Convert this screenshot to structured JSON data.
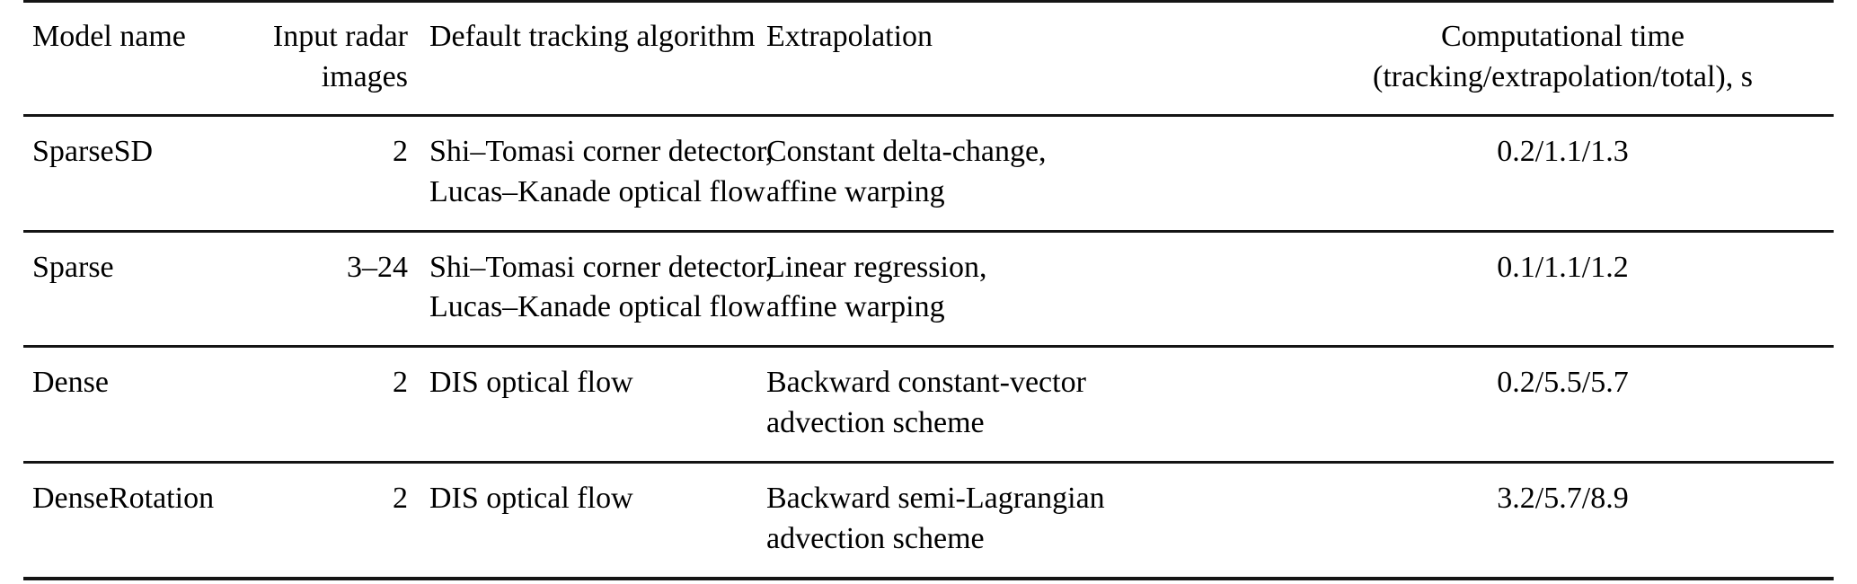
{
  "table": {
    "columns": [
      {
        "key": "model_name",
        "header_lines": [
          "Model name",
          ""
        ],
        "align": "left"
      },
      {
        "key": "input_radar_images",
        "header_lines": [
          "Input radar",
          "images"
        ],
        "align": "right"
      },
      {
        "key": "default_tracking_algorithm",
        "header_lines": [
          "Default tracking algorithm",
          ""
        ],
        "align": "left"
      },
      {
        "key": "extrapolation",
        "header_lines": [
          "Extrapolation",
          ""
        ],
        "align": "left"
      },
      {
        "key": "computational_time",
        "header_lines": [
          "Computational time",
          "(tracking/extrapolation/total), s"
        ],
        "align": "center"
      }
    ],
    "header": {
      "model_name_l1": "Model name",
      "model_name_l2": "",
      "input_radar_l1": "Input radar",
      "input_radar_l2": "images",
      "tracking_l1": "Default tracking algorithm",
      "tracking_l2": "",
      "extrapolation_l1": "Extrapolation",
      "extrapolation_l2": "",
      "time_l1": "Computational time",
      "time_l2": "(tracking/extrapolation/total), s"
    },
    "rows": [
      {
        "model_name": "SparseSD",
        "input_radar_images": "2",
        "tracking_l1": "Shi–Tomasi corner detector,",
        "tracking_l2": "Lucas–Kanade optical flow",
        "extrapolation_l1": "Constant delta-change,",
        "extrapolation_l2": "affine warping",
        "computational_time": "0.2/1.1/1.3"
      },
      {
        "model_name": "Sparse",
        "input_radar_images": "3–24",
        "tracking_l1": "Shi–Tomasi corner detector,",
        "tracking_l2": "Lucas–Kanade optical flow",
        "extrapolation_l1": "Linear regression,",
        "extrapolation_l2": "affine warping",
        "computational_time": "0.1/1.1/1.2"
      },
      {
        "model_name": "Dense",
        "input_radar_images": "2",
        "tracking_l1": "DIS optical flow",
        "tracking_l2": "",
        "extrapolation_l1": "Backward constant-vector",
        "extrapolation_l2": "advection scheme",
        "computational_time": "0.2/5.5/5.7"
      },
      {
        "model_name": "DenseRotation",
        "input_radar_images": "2",
        "tracking_l1": "DIS optical flow",
        "tracking_l2": "",
        "extrapolation_l1": "Backward semi-Lagrangian",
        "extrapolation_l2": "advection scheme",
        "computational_time": "3.2/5.7/8.9"
      }
    ]
  },
  "style": {
    "text_color": "#141414",
    "background": "#ffffff",
    "rule_color": "#141414"
  }
}
